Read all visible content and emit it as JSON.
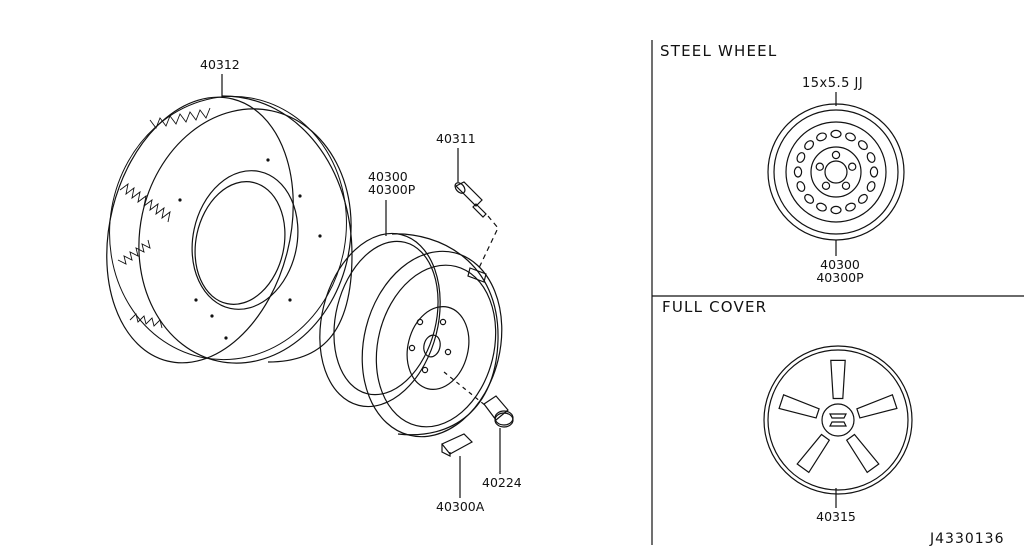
{
  "parts": {
    "tire": "40312",
    "valve": "40311",
    "wheel": "40300",
    "wheel_alt": "40300P",
    "nut": "40224",
    "balance_weight": "40300A"
  },
  "panels": {
    "steel_wheel": {
      "title": "STEEL WHEEL",
      "size": "15x5.5 JJ",
      "part": "40300",
      "part_alt": "40300P"
    },
    "full_cover": {
      "title": "FULL COVER",
      "part": "40315"
    }
  },
  "diagram_code": "J4330136",
  "colors": {
    "line": "#111111",
    "background": "#ffffff"
  }
}
